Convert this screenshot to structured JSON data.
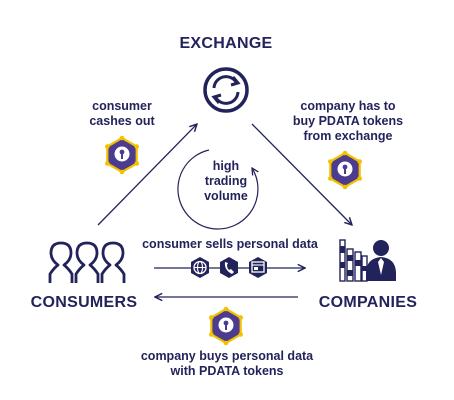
{
  "nodes": {
    "exchange": "EXCHANGE",
    "consumers": "CONSUMERS",
    "companies": "COMPANIES"
  },
  "labels": {
    "consumer_cashes_out": [
      "consumer",
      "cashes out"
    ],
    "company_buys_tokens": [
      "company has to",
      "buy PDATA tokens",
      "from exchange"
    ],
    "high_trading_volume": [
      "high",
      "trading",
      "volume"
    ],
    "consumer_sells_data": "consumer sells personal data",
    "company_buys_data": [
      "company buys personal data",
      "with PDATA tokens"
    ]
  },
  "icons": {
    "exchange": "exchange-arrows-icon",
    "consumers": "consumers-group-icon",
    "companies": "company-buildings-icon",
    "token": "pdata-token-lock-icon",
    "data_items": [
      "globe-icon",
      "phone-icon",
      "browser-window-icon"
    ]
  },
  "colors": {
    "navy": "#23235b",
    "purple": "#4d3b8f",
    "gold": "#f2c200",
    "white": "#ffffff"
  }
}
